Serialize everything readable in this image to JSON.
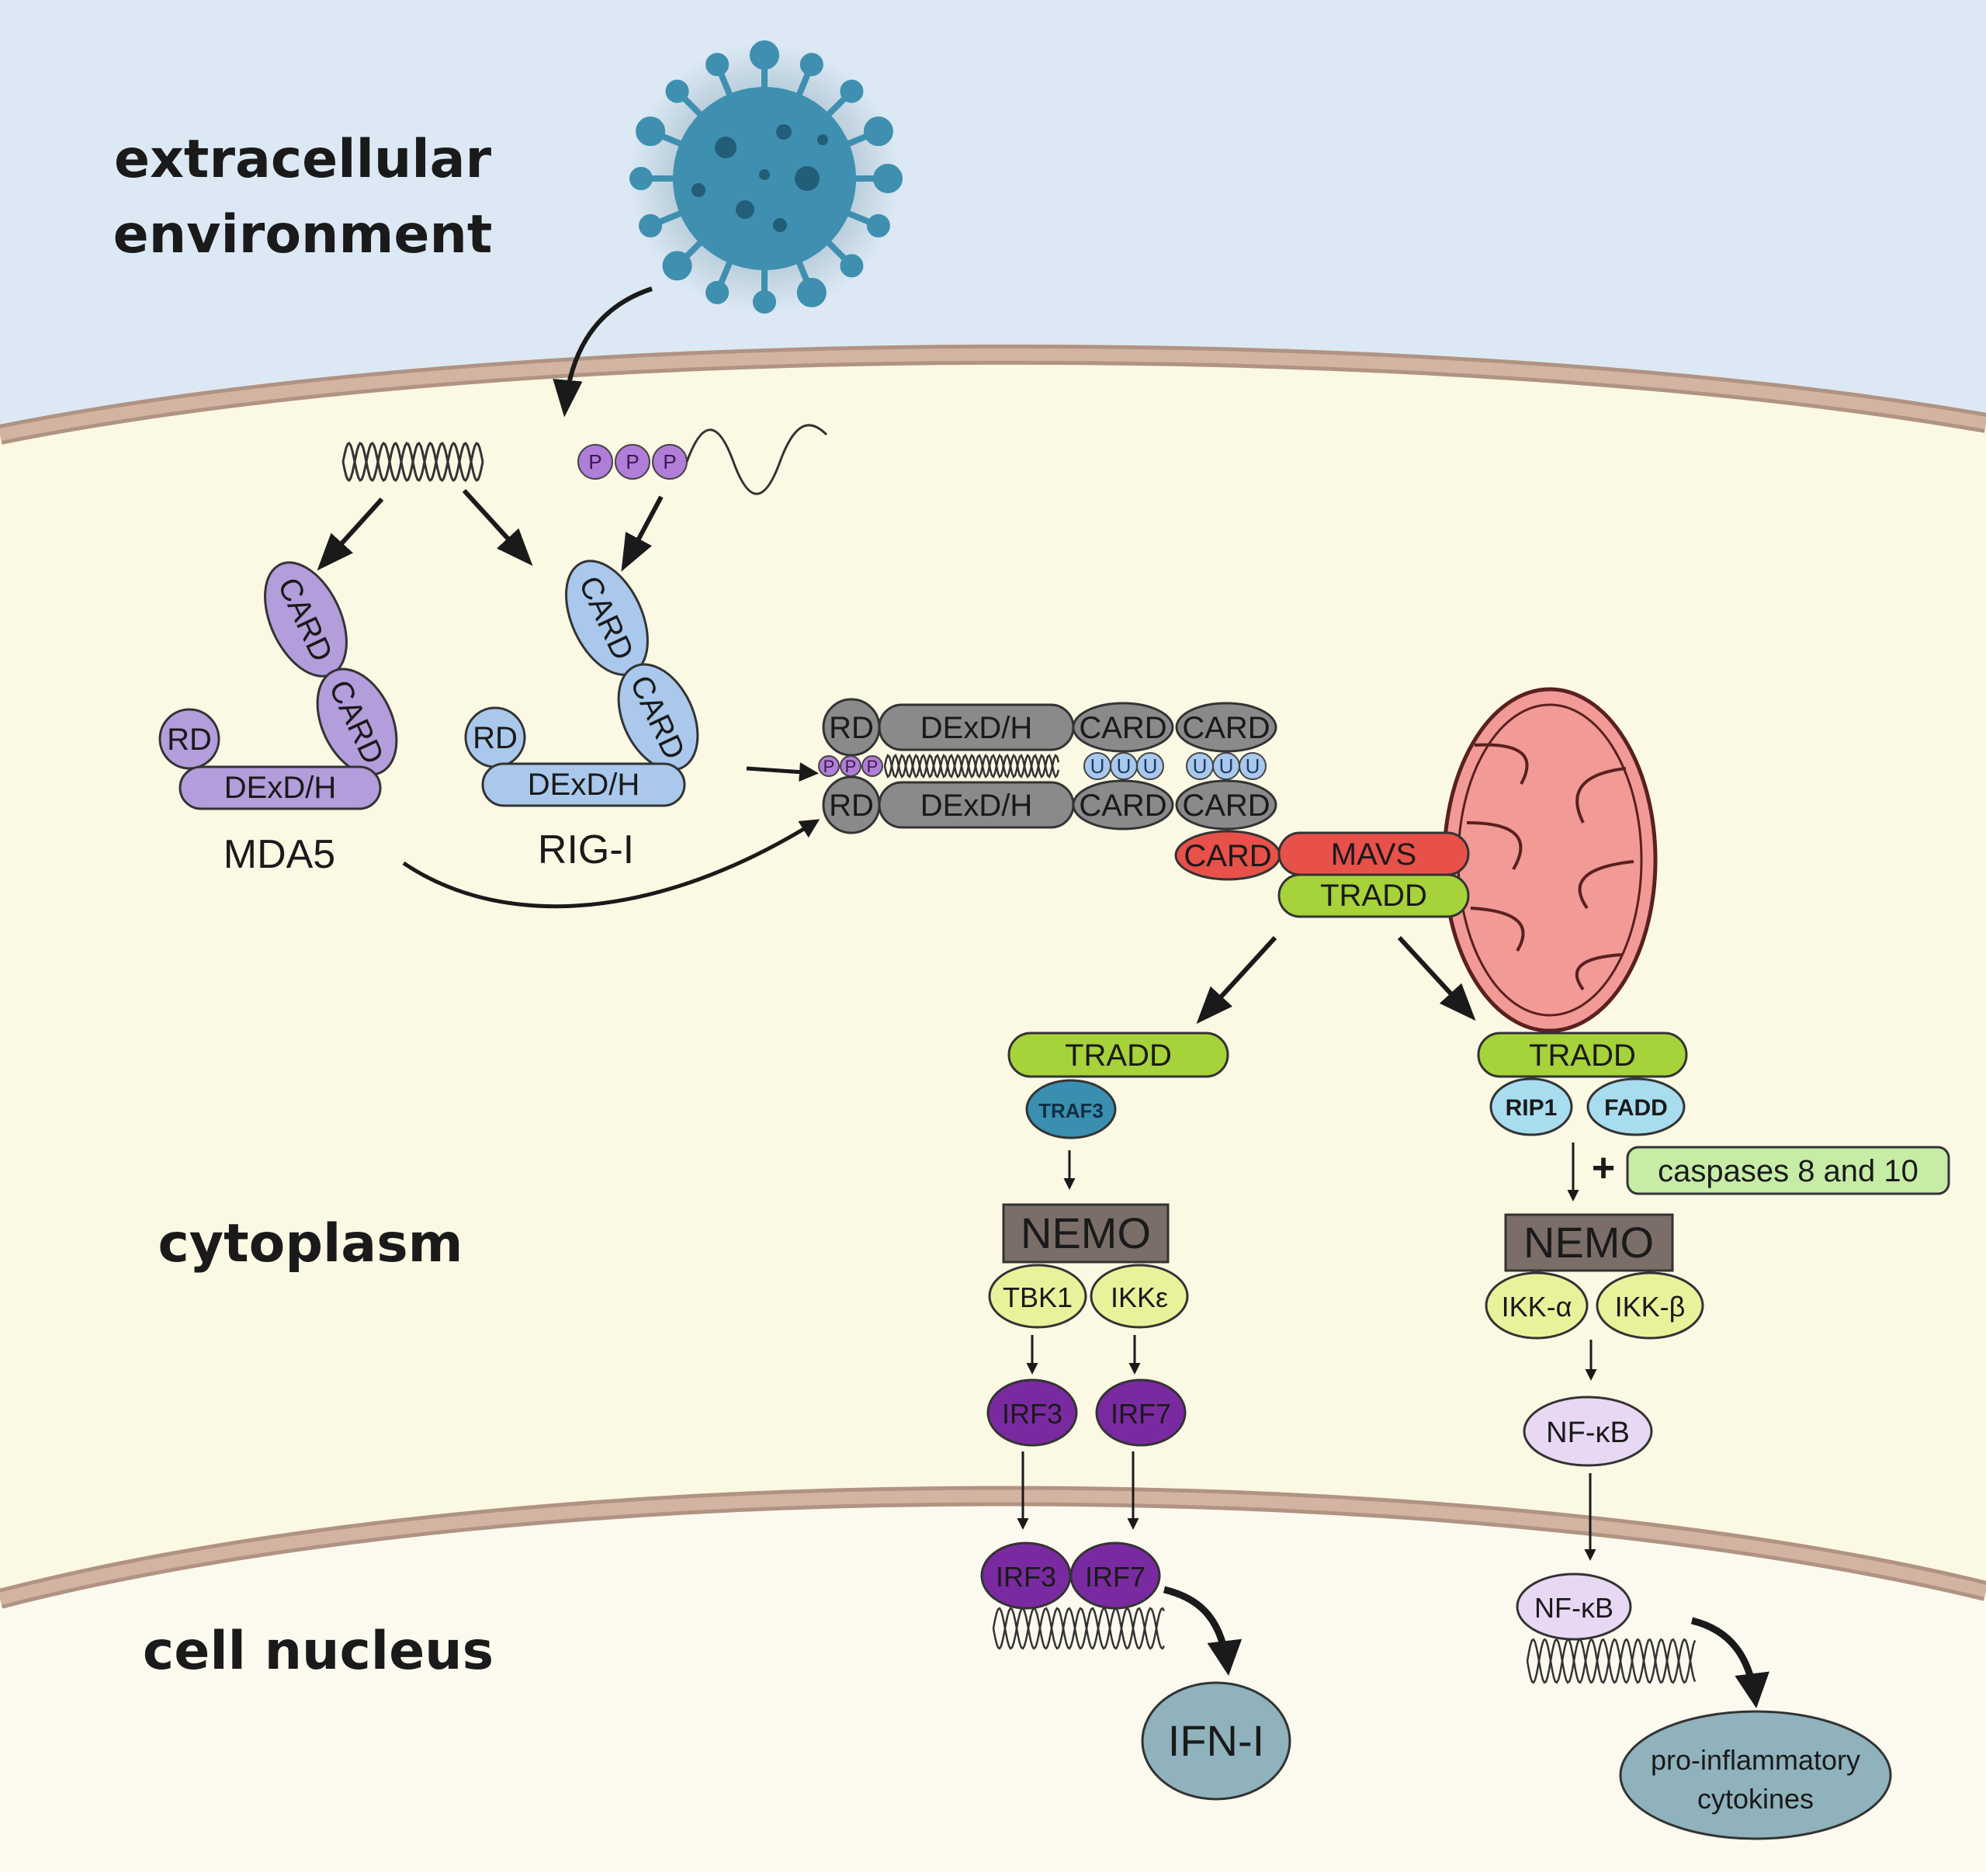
{
  "regions": {
    "extracellular_line1": "extracellular",
    "extracellular_line2": "environment",
    "cytoplasm": "cytoplasm",
    "nucleus": "cell nucleus"
  },
  "receptors": {
    "mda5": {
      "name": "MDA5",
      "rd": "RD",
      "helicase": "DExD/H",
      "card1": "CARD",
      "card2": "CARD"
    },
    "rigi": {
      "name": "RIG-I",
      "rd": "RD",
      "helicase": "DExD/H",
      "card1": "CARD",
      "card2": "CARD"
    }
  },
  "rna": {
    "phosphate": "P",
    "uridine": "U"
  },
  "complex": {
    "rd": "RD",
    "helicase": "DExD/H",
    "card": "CARD"
  },
  "mavs": {
    "card": "CARD",
    "mavs": "MAVS",
    "tradd": "TRADD"
  },
  "left_branch": {
    "tradd": "TRADD",
    "traf3": "TRAF3",
    "nemo": "NEMO",
    "tbk1": "TBK1",
    "ikke": "IKKε",
    "irf3": "IRF3",
    "irf7": "IRF7",
    "irf3_nuc": "IRF3",
    "irf7_nuc": "IRF7",
    "output": "IFN-I"
  },
  "right_branch": {
    "tradd": "TRADD",
    "rip1": "RIP1",
    "fadd": "FADD",
    "plus": "+",
    "caspases": "caspases 8 and 10",
    "nemo": "NEMO",
    "ikka": "IKK-α",
    "ikkb": "IKK-β",
    "nfkb": "NF-κB",
    "nfkb_nuc": "NF-κB",
    "output_line1": "pro-inflammatory",
    "output_line2": "cytokines"
  },
  "colors": {
    "extracellular": "#dce9f4",
    "cytoplasm": "#fbf8e4",
    "membrane": "#c9a896",
    "virus": "#3f8fb0",
    "mda5": "#b39ddb",
    "rigi": "#a9c8ec",
    "complex_grey": "#8a8a8a",
    "mavs_red": "#e8504a",
    "tradd_green": "#a6d23a",
    "traf3": "#3a8fb0",
    "nemo": "#7b6e68",
    "kinase": "#e8f29a",
    "irf": "#7a2aa0",
    "nfkb": "#e8d8f4",
    "caspases": "#c6eca6",
    "output": "#8fb2bc",
    "mito": "#f29a96"
  }
}
